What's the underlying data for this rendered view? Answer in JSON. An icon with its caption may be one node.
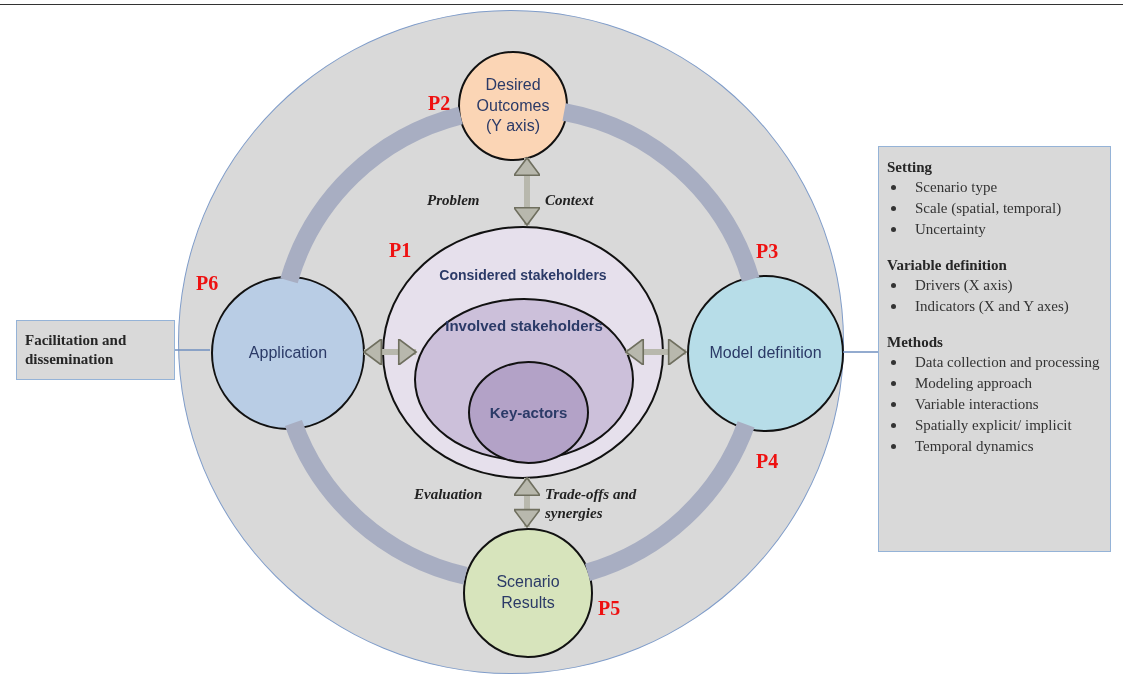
{
  "diagram": {
    "nodes": [
      {
        "text": [],
        "shape": "circle"
      },
      {
        "text": [
          "Desired Outcomes (Y axis)"
        ],
        "in": 0,
        "beside": [
          "P2"
        ]
      },
      {
        "text": [
          "Considered stakeholders"
        ],
        "in": 0,
        "beside": [
          "P1"
        ]
      },
      {
        "text": [
          "Involved stakeholders"
        ],
        "in": 2
      },
      {
        "text": [
          "Key-actors"
        ],
        "in": 3
      },
      {
        "text": [
          "Application"
        ],
        "in": 0,
        "beside": [
          "P6"
        ]
      },
      {
        "text": [
          "Model definition"
        ],
        "in": 0,
        "beside": [
          "P3",
          "P4"
        ]
      },
      {
        "text": [
          "Scenario Results"
        ],
        "in": 0,
        "beside": [
          "P5"
        ]
      },
      {
        "text": [
          "Facilitation and dissemination"
        ]
      },
      {
        "text": [
          "Setting",
          "Scenario type",
          "Scale (spatial, temporal)",
          "Uncertainty",
          "Variable definition",
          "Drivers (X axis)",
          "Indicators (X and Y axes)",
          "Methods",
          "Data collection and processing",
          "Modeling approach",
          "Variable interactions",
          "Spatially explicit/ implicit",
          "Temporal dynamics"
        ]
      }
    ],
    "edges": [
      {
        "from": 1,
        "to": 2,
        "arrow": "both"
      },
      {
        "from": 5,
        "to": 3,
        "arrow": "both"
      },
      {
        "from": 3,
        "to": 6,
        "arrow": "both"
      },
      {
        "from": 2,
        "to": 7,
        "arrow": "both"
      },
      {
        "from": 8,
        "to": 5,
        "arrow": "none"
      },
      {
        "from": 6,
        "to": 9,
        "arrow": "none"
      },
      {
        "from": 1,
        "to": 6,
        "arrow": "none",
        "style": "thick",
        "color": "#a8aec2"
      },
      {
        "from": 6,
        "to": 7,
        "arrow": "none",
        "style": "thick",
        "color": "#a8aec2"
      },
      {
        "from": 7,
        "to": 5,
        "arrow": "none",
        "style": "thick",
        "color": "#a8aec2"
      },
      {
        "from": 5,
        "to": 1,
        "arrow": "none",
        "style": "thick",
        "color": "#a8aec2"
      }
    ],
    "labels": [
      "Problem",
      "Context",
      "Evaluation",
      "Trade-offs and synergies"
    ]
  }
}
